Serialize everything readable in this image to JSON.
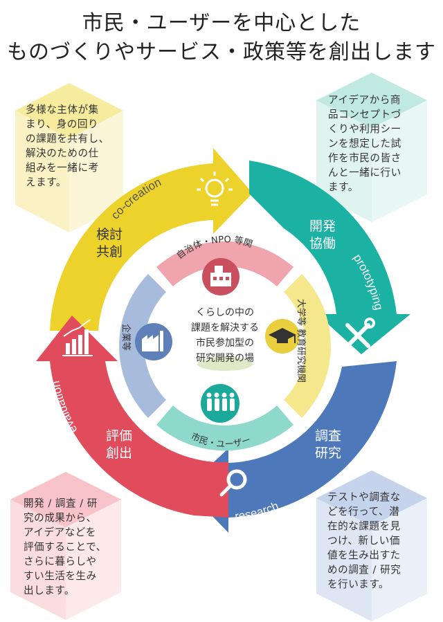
{
  "title": {
    "line1": "市民・ユーザーを中心とした",
    "line2": "ものづくりやサービス・政策等を創出します"
  },
  "colors": {
    "yellow": "#ecd22a",
    "teal": "#1bb1a3",
    "blue": "#4d79bb",
    "red": "#e14c5c",
    "inner_pink": "#f0a4ae",
    "inner_yellow": "#f4e78c",
    "inner_teal": "#8ed8cc",
    "inner_blue": "#a7bbdc"
  },
  "phases": {
    "co_creation": {
      "label": "co-creation",
      "jp1": "検討",
      "jp2": "共創",
      "icon": "lightbulb-icon"
    },
    "prototyping": {
      "label": "prototyping",
      "jp1": "開発",
      "jp2": "協働",
      "icon": "tools-icon"
    },
    "research": {
      "label": "research",
      "jp1": "調査",
      "jp2": "研究",
      "icon": "magnifier-icon"
    },
    "evaluation": {
      "label": "evaluation",
      "jp1": "評価",
      "jp2": "創出",
      "icon": "bar-chart-icon"
    }
  },
  "actors": {
    "government": "自治体・NPO 等関",
    "university": "大学等 教育研究機関",
    "citizens": "市民・ユーザー",
    "companies": "企業等"
  },
  "center": {
    "line1": "くらしの中の",
    "line2": "課題を解決する",
    "line3": "市民参加型の",
    "line4": "研究開発の場"
  },
  "descriptions": {
    "top_left": [
      "多様な主体が集",
      "まり、身の回り",
      "の課題を共有し、",
      "解決のための仕",
      "組みを一緒に考",
      "えます。"
    ],
    "top_right": [
      "アイデアから商",
      "品コンセプトづ",
      "くりや利用シー",
      "ンを想定した試",
      "作を市民の皆さ",
      "んと一緒に行い",
      "ます。"
    ],
    "bottom_left": [
      "開発 / 調査 / 研",
      "究の成果から、",
      "アイデアなどを",
      "評価することで、",
      "さらに暮らしや",
      "すい生活を生み",
      "出します。"
    ],
    "bottom_right": [
      "テストや調査な",
      "どを行って、潜",
      "在的な課題を見",
      "つけ、新しい価",
      "値を生み出すた",
      "めの調査 / 研究",
      "を行います。"
    ]
  }
}
